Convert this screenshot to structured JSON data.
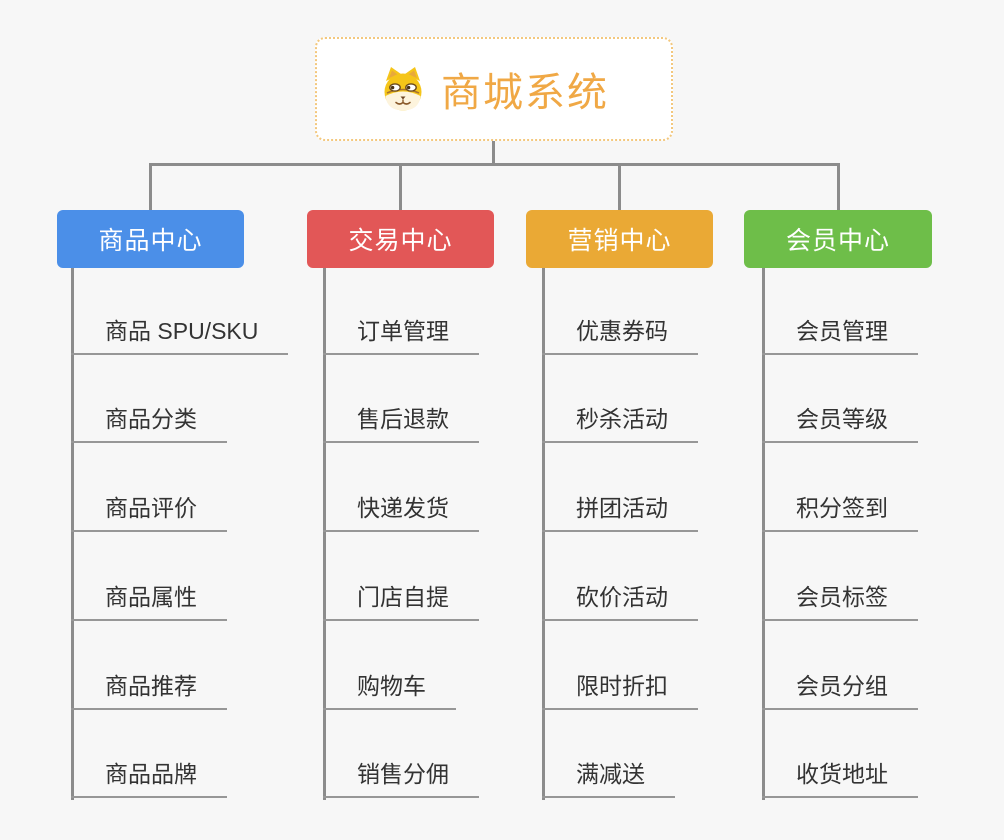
{
  "root": {
    "title": "商城系统",
    "icon": "dog-face-icon",
    "title_color": "#f0a845",
    "border_color": "#f3c87e",
    "background": "#ffffff"
  },
  "canvas": {
    "background_color": "#f7f7f7",
    "connector_color": "#8c8c8c",
    "leaf_line_color": "#979797",
    "leaf_text_color": "#333333"
  },
  "columns": [
    {
      "label": "商品中心",
      "color": "#4b8fe8",
      "items": [
        "商品 SPU/SKU",
        "商品分类",
        "商品评价",
        "商品属性",
        "商品推荐",
        "商品品牌"
      ]
    },
    {
      "label": "交易中心",
      "color": "#e25757",
      "items": [
        "订单管理",
        "售后退款",
        "快递发货",
        "门店自提",
        "购物车",
        "销售分佣"
      ]
    },
    {
      "label": "营销中心",
      "color": "#eaa935",
      "items": [
        "优惠券码",
        "秒杀活动",
        "拼团活动",
        "砍价活动",
        "限时折扣",
        "满减送"
      ]
    },
    {
      "label": "会员中心",
      "color": "#6ebe49",
      "items": [
        "会员管理",
        "会员等级",
        "积分签到",
        "会员标签",
        "会员分组",
        "收货地址"
      ]
    }
  ]
}
